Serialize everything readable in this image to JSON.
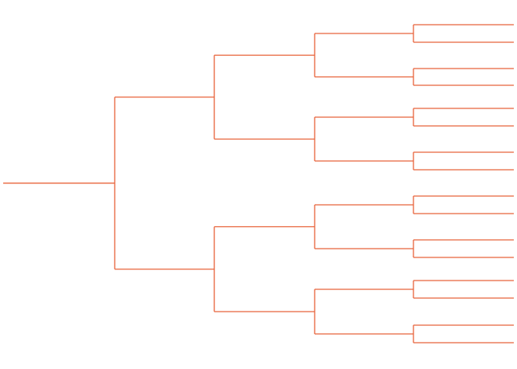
{
  "tree": {
    "line_color": "#e8643c",
    "depth": 4,
    "leaf_count": 16,
    "root_direction": "left",
    "labels": []
  }
}
